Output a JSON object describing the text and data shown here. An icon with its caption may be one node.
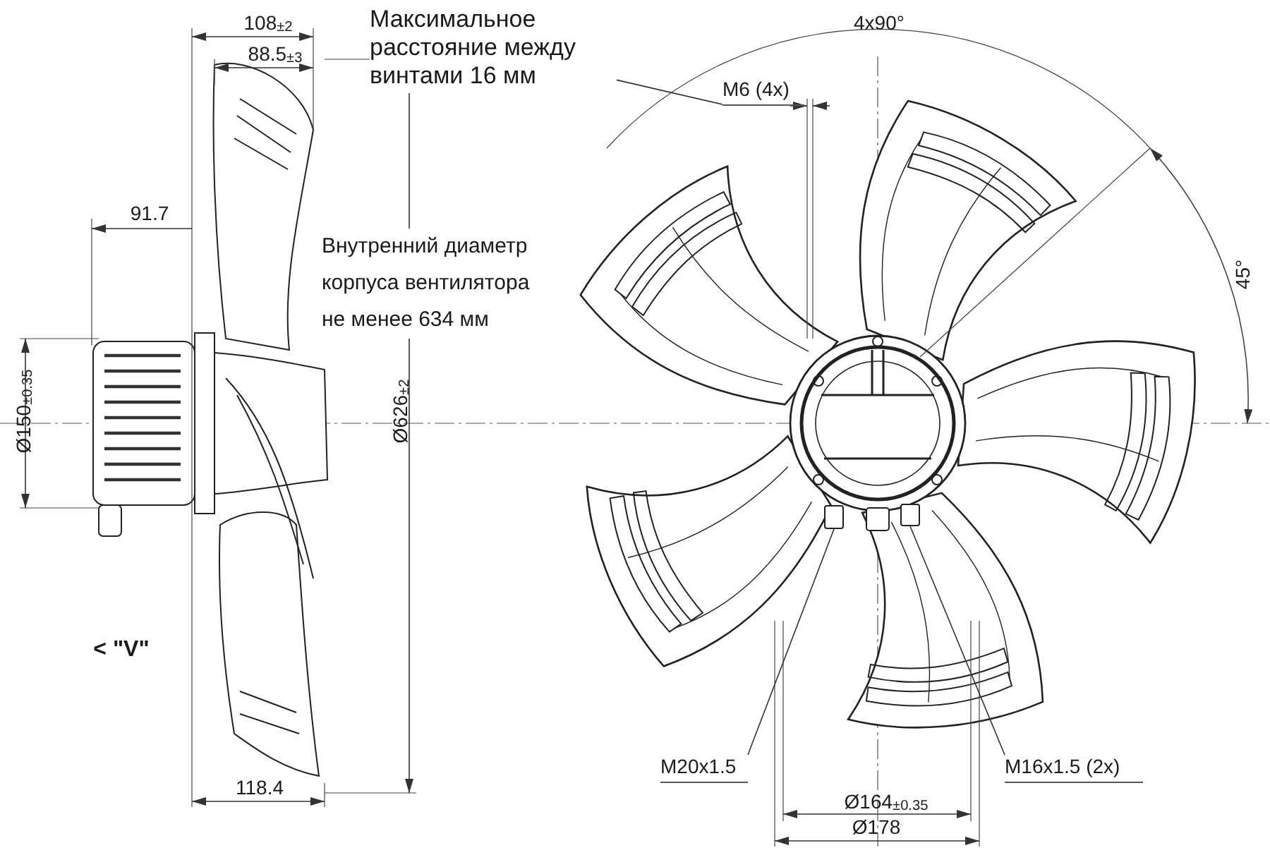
{
  "diagram": {
    "nodes": [
      {
        "text": [
          "Максимальное расстояние между винтами 16 мм"
        ]
      },
      {
        "text": [
          "M6 (4x)"
        ]
      },
      {
        "text": [
          "M20x1.5"
        ]
      },
      {
        "text": [],
        "shape": "box"
      },
      {
        "text": [
          "M16x1.5 (2x)"
        ]
      },
      {
        "text": [],
        "shape": "box"
      }
    ],
    "edges": [
      {
        "from": 0,
        "to": 1,
        "arrow": "none"
      },
      {
        "from": 2,
        "to": 3,
        "arrow": "none"
      },
      {
        "from": 4,
        "to": 5,
        "arrow": "none"
      }
    ],
    "labels": [
      "108$_{±2}$",
      "88.5$_{±3}$",
      "91.7",
      "Внутренний диаметр корпуса вентилятора не менее 634 мм",
      "Ø150$_{±0.35}$",
      "Ø626$_{±2}$",
      "< \"V\"",
      "118.4",
      "4x90°",
      "45°",
      "Ø164$_{±0.35}$",
      "Ø178"
    ]
  }
}
